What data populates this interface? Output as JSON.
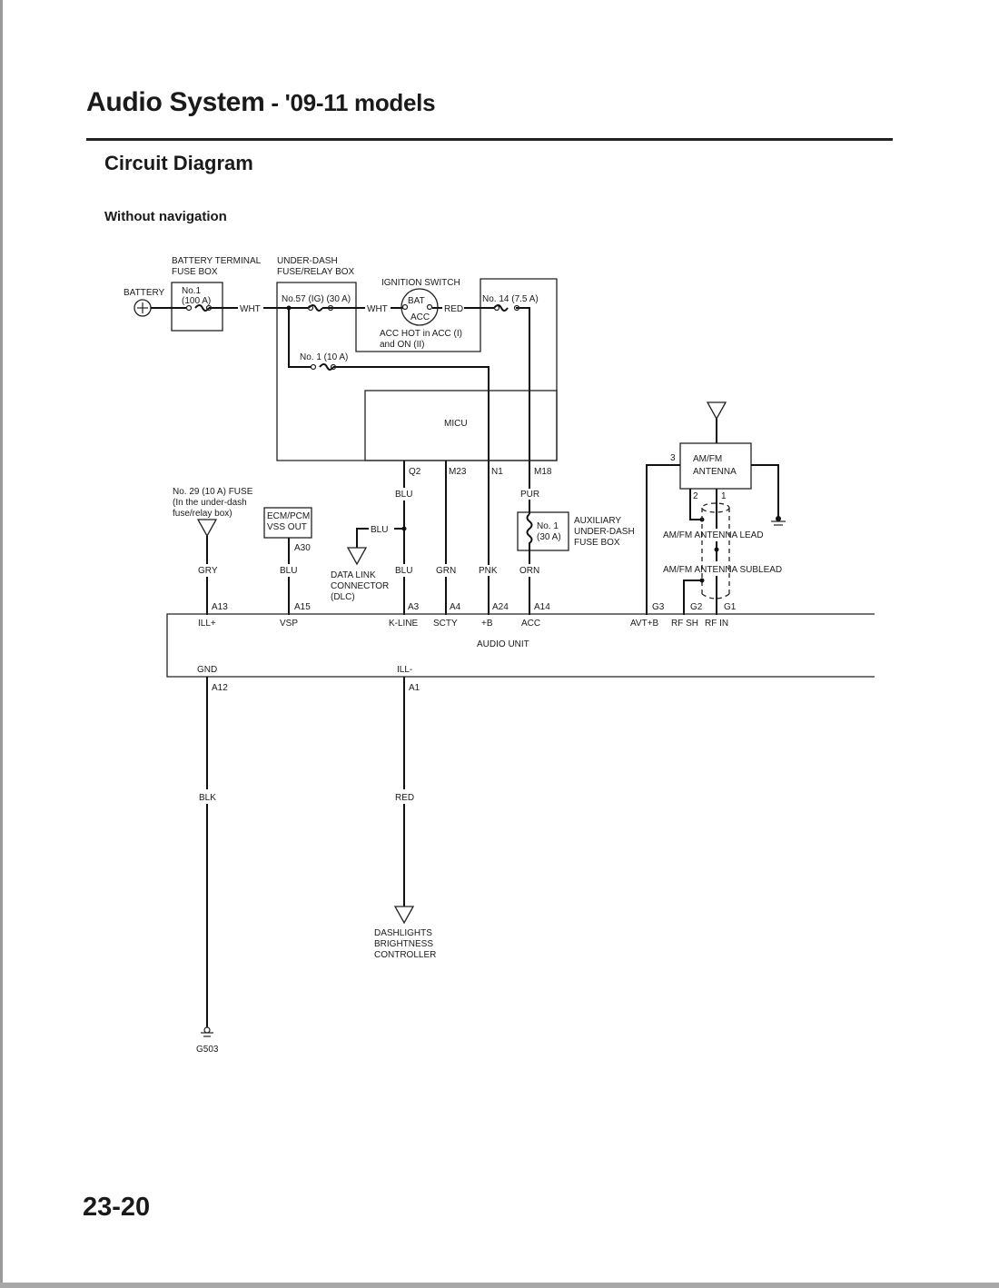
{
  "header": {
    "title": "Audio System",
    "title_suffix": " - '09-11 models",
    "section": "Circuit Diagram",
    "variant": "Without navigation"
  },
  "footer": {
    "page_number": "23-20"
  },
  "diagram": {
    "battery": {
      "label": "BATTERY",
      "symbol": "plus-circle-icon"
    },
    "battery_fuse_box": {
      "title_1": "BATTERY TERMINAL",
      "title_2": "FUSE BOX",
      "fuse_1": "No.1",
      "fuse_2": "(100 A)"
    },
    "underdash_box": {
      "title_1": "UNDER-DASH",
      "title_2": "FUSE/RELAY BOX",
      "fuse_ig": "No.57 (IG) (30 A)",
      "fuse_1": "No. 1 (10 A)",
      "fuse_14": "No. 14 (7.5 A)"
    },
    "ignition_switch": {
      "title": "IGNITION SWITCH",
      "bat": "BAT",
      "acc": "ACC",
      "note_1": "ACC HOT in ACC (I)",
      "note_2": "and ON (II)"
    },
    "micu": {
      "label": "MICU",
      "pins": [
        "Q2",
        "M23",
        "N1",
        "M18"
      ]
    },
    "wires": {
      "wht_1": "WHT",
      "wht_2": "WHT",
      "red_ign": "RED",
      "blu_q2": "BLU",
      "blu_dlc": "BLU",
      "blu_a3": "BLU",
      "grn": "GRN",
      "pnk": "PNK",
      "pur": "PUR",
      "orn": "ORN",
      "gry": "GRY",
      "blu_vss": "BLU",
      "blk": "BLK",
      "red_ill": "RED"
    },
    "fuse_29": {
      "line_1": "No. 29 (10 A) FUSE",
      "line_2": "(In the under-dash",
      "line_3": "fuse/relay box)"
    },
    "ecm": {
      "line_1": "ECM/PCM",
      "line_2": "VSS OUT",
      "pin": "A30"
    },
    "dlc": {
      "line_1": "DATA LINK",
      "line_2": "CONNECTOR",
      "line_3": "(DLC)"
    },
    "aux_fuse_box": {
      "fuse_1": "No. 1",
      "fuse_2": "(30 A)",
      "title_1": "AUXILIARY",
      "title_2": "UNDER-DASH",
      "title_3": "FUSE BOX"
    },
    "antenna": {
      "title_1": "AM/FM",
      "title_2": "ANTENNA",
      "pin_3": "3",
      "pin_2": "2",
      "pin_1": "1",
      "lead": "AM/FM ANTENNA LEAD",
      "sublead": "AM/FM ANTENNA SUBLEAD"
    },
    "audio_unit": {
      "label": "AUDIO UNIT",
      "top_pins": [
        {
          "pin": "A13",
          "signal": "ILL+"
        },
        {
          "pin": "A15",
          "signal": "VSP"
        },
        {
          "pin": "A3",
          "signal": "K-LINE"
        },
        {
          "pin": "A4",
          "signal": "SCTY"
        },
        {
          "pin": "A24",
          "signal": "+B"
        },
        {
          "pin": "A14",
          "signal": "ACC"
        },
        {
          "pin": "G3",
          "signal": "AVT+B"
        },
        {
          "pin": "G2",
          "signal": "RF SH"
        },
        {
          "pin": "G1",
          "signal": "RF IN"
        }
      ],
      "bottom_pins": [
        {
          "pin": "A12",
          "signal": "GND"
        },
        {
          "pin": "A1",
          "signal": "ILL-"
        }
      ]
    },
    "dashlights": {
      "line_1": "DASHLIGHTS",
      "line_2": "BRIGHTNESS",
      "line_3": "CONTROLLER"
    },
    "ground": {
      "label": "G503"
    }
  }
}
